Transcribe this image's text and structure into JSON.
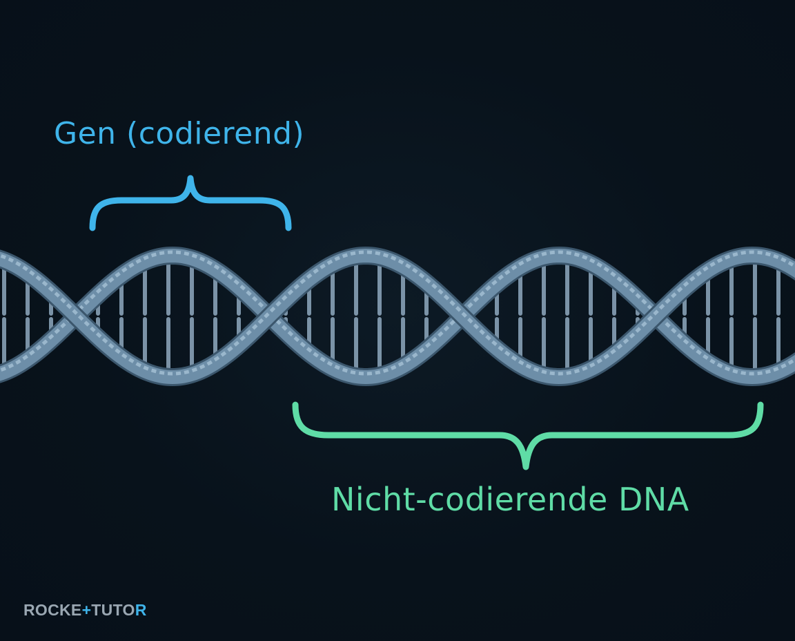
{
  "diagram": {
    "gene_label": "Gen (codierend)",
    "noncoding_label": "Nicht-codierende DNA",
    "logo_text": "ROCKETTUTOR",
    "colors": {
      "background": "#08121b",
      "gene": "#3fb4ea",
      "noncoding": "#5fdca6",
      "strand": "#6d8ea8",
      "strand_highlight": "#a9c4d8",
      "rung": "#8fa9bf",
      "logo": "#9aa7b2"
    }
  }
}
